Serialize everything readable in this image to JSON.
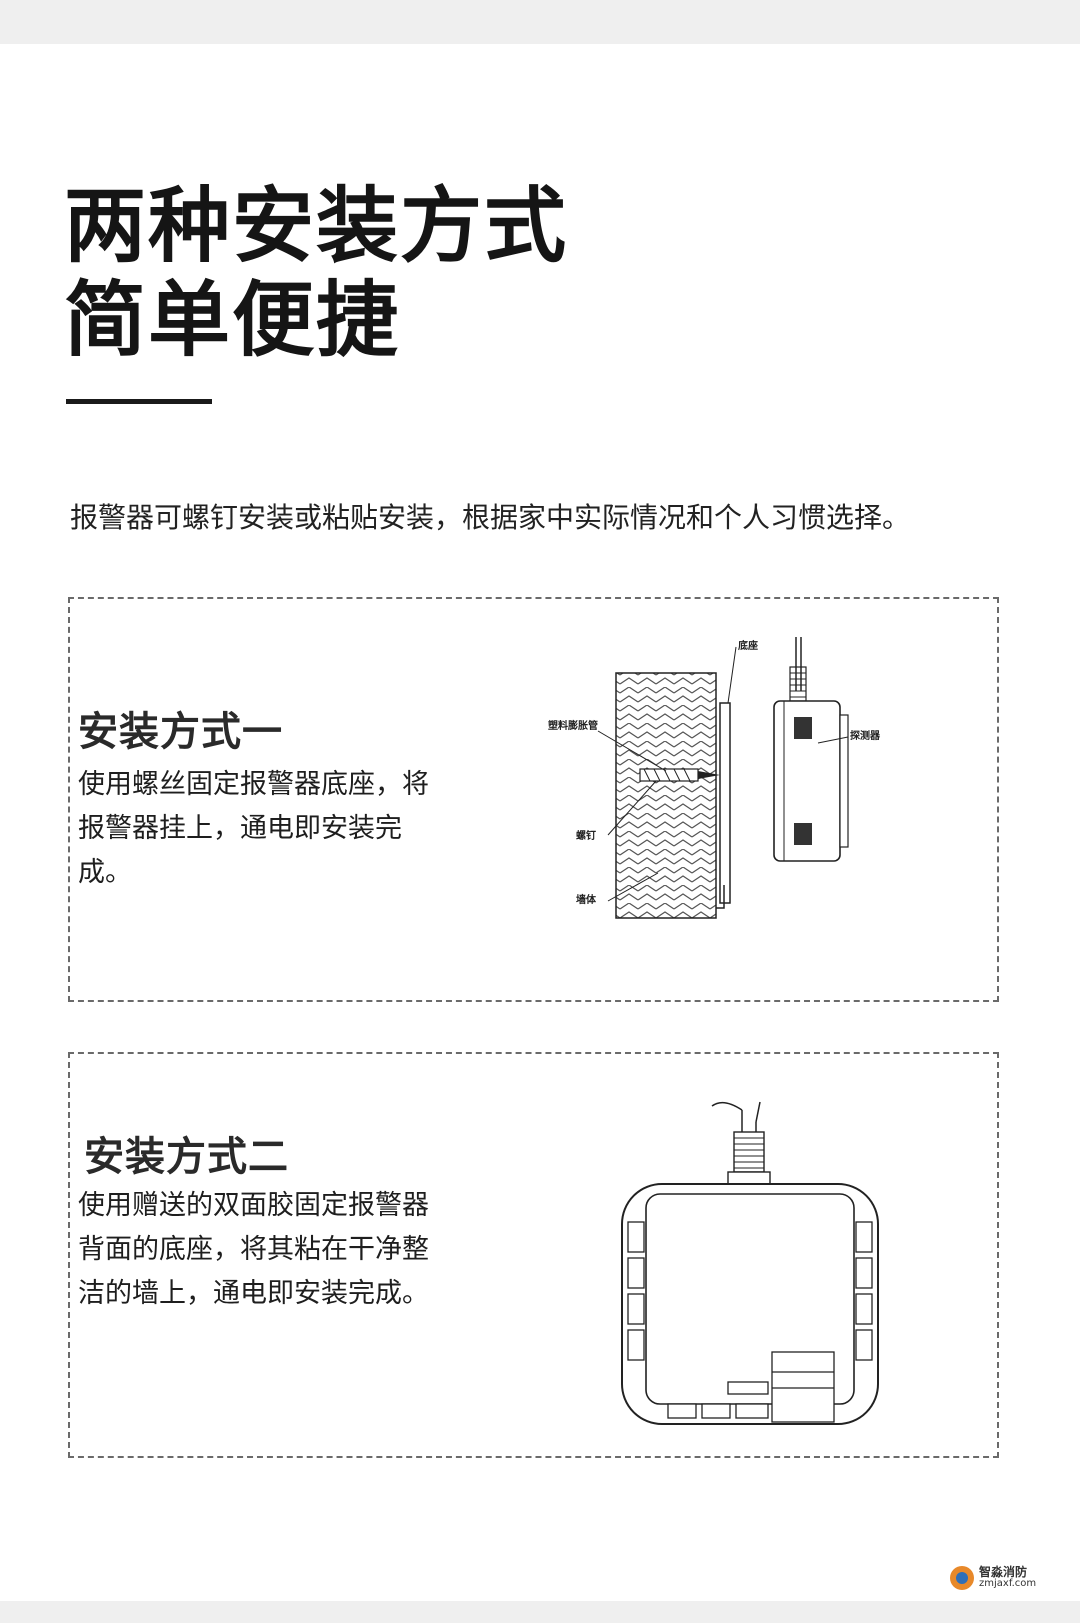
{
  "title": {
    "line1": "两种安装方式",
    "line2": "简单便捷"
  },
  "intro": "报警器可螺钉安装或粘贴安装，根据家中实际情况和个人习惯选择。",
  "method1": {
    "heading": "安装方式一",
    "description": "使用螺丝固定报警器底座，将报警器挂上，通电即安装完成。",
    "diagram_labels": {
      "base": "底座",
      "anchor": "塑料膨胀管",
      "screw": "螺钉",
      "wall": "墙体",
      "detector": "探测器"
    }
  },
  "method2": {
    "heading": "安装方式二",
    "description": "使用赠送的双面胶固定报警器背面的底座，将其粘在干净整洁的墙上，通电即安装完成。"
  },
  "watermark": {
    "name": "智淼消防",
    "url": "zmjaxf.com"
  },
  "icons": {
    "watermark_logo": "flame-logo-icon"
  },
  "colors": {
    "background": "#ffffff",
    "border": "#6a6a6a",
    "accent_logo_orange": "#e8892a",
    "accent_logo_blue": "#2f6fb8"
  }
}
